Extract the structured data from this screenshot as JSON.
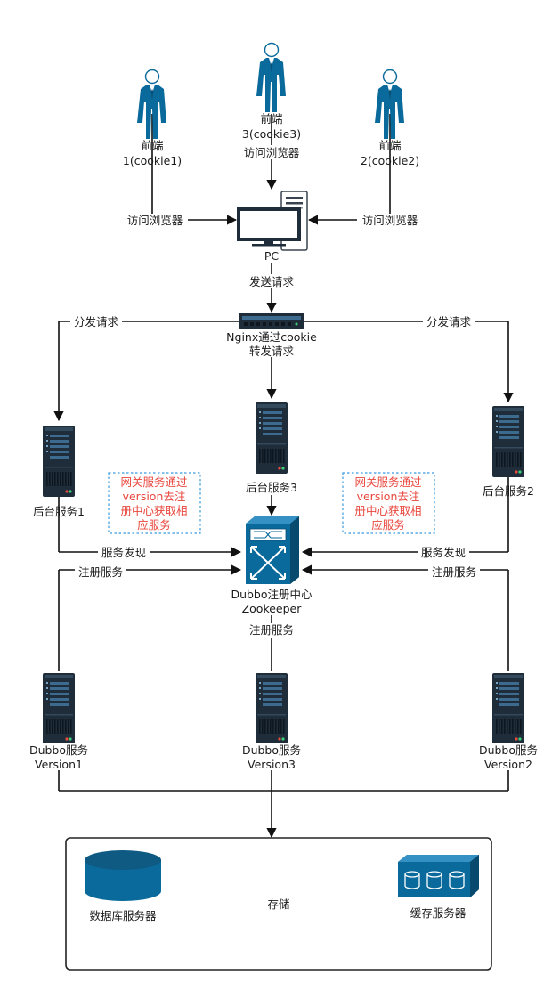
{
  "colors": {
    "primary_blue": "#0a6a9b",
    "dark_server": "#1f2d3a",
    "annotation_red": "#e8463c",
    "annotation_border": "#3b9be0",
    "line": "#111111"
  },
  "icons": {
    "user": "person-icon",
    "pc": "desktop-computer-icon",
    "switch": "network-switch-icon",
    "server": "rack-server-icon",
    "registry": "registry-switch-icon",
    "database": "database-cylinder-icon",
    "cache": "cache-disk-icon"
  },
  "users": [
    {
      "name_line1": "前端",
      "name_line2": "1(cookie1)"
    },
    {
      "name_line1": "前端",
      "name_line2": "3(cookie3)"
    },
    {
      "name_line1": "前端",
      "name_line2": "2(cookie2)"
    }
  ],
  "edges": {
    "visit_browser_left": "访问浏览器",
    "visit_browser_center": "访问浏览器",
    "visit_browser_right": "访问浏览器",
    "send_request": "发送请求",
    "dispatch_left": "分发请求",
    "dispatch_right": "分发请求",
    "discovery_left": "服务发现",
    "discovery_right": "服务发现",
    "register_left": "注册服务",
    "register_center": "注册服务",
    "register_right": "注册服务"
  },
  "pc": {
    "label": "PC"
  },
  "nginx": {
    "label_line1": "Nginx通过cookie",
    "label_line2": "转发请求"
  },
  "backends": [
    {
      "label": "后台服务1"
    },
    {
      "label": "后台服务3"
    },
    {
      "label": "后台服务2"
    }
  ],
  "annotations": [
    {
      "lines": [
        "网关服务通过",
        "version去注",
        "册中心获取相",
        "应服务"
      ]
    },
    {
      "lines": [
        "网关服务通过",
        "version去注",
        "册中心获取相",
        "应服务"
      ]
    }
  ],
  "registry": {
    "label_line1": "Dubbo注册中心",
    "label_line2": "Zookeeper"
  },
  "dubbo_services": [
    {
      "label_line1": "Dubbo服务",
      "label_line2": "Version1"
    },
    {
      "label_line1": "Dubbo服务",
      "label_line2": "Version3"
    },
    {
      "label_line1": "Dubbo服务",
      "label_line2": "Version2"
    }
  ],
  "storage": {
    "title": "存储",
    "database_label": "数据库服务器",
    "cache_label": "缓存服务器"
  }
}
